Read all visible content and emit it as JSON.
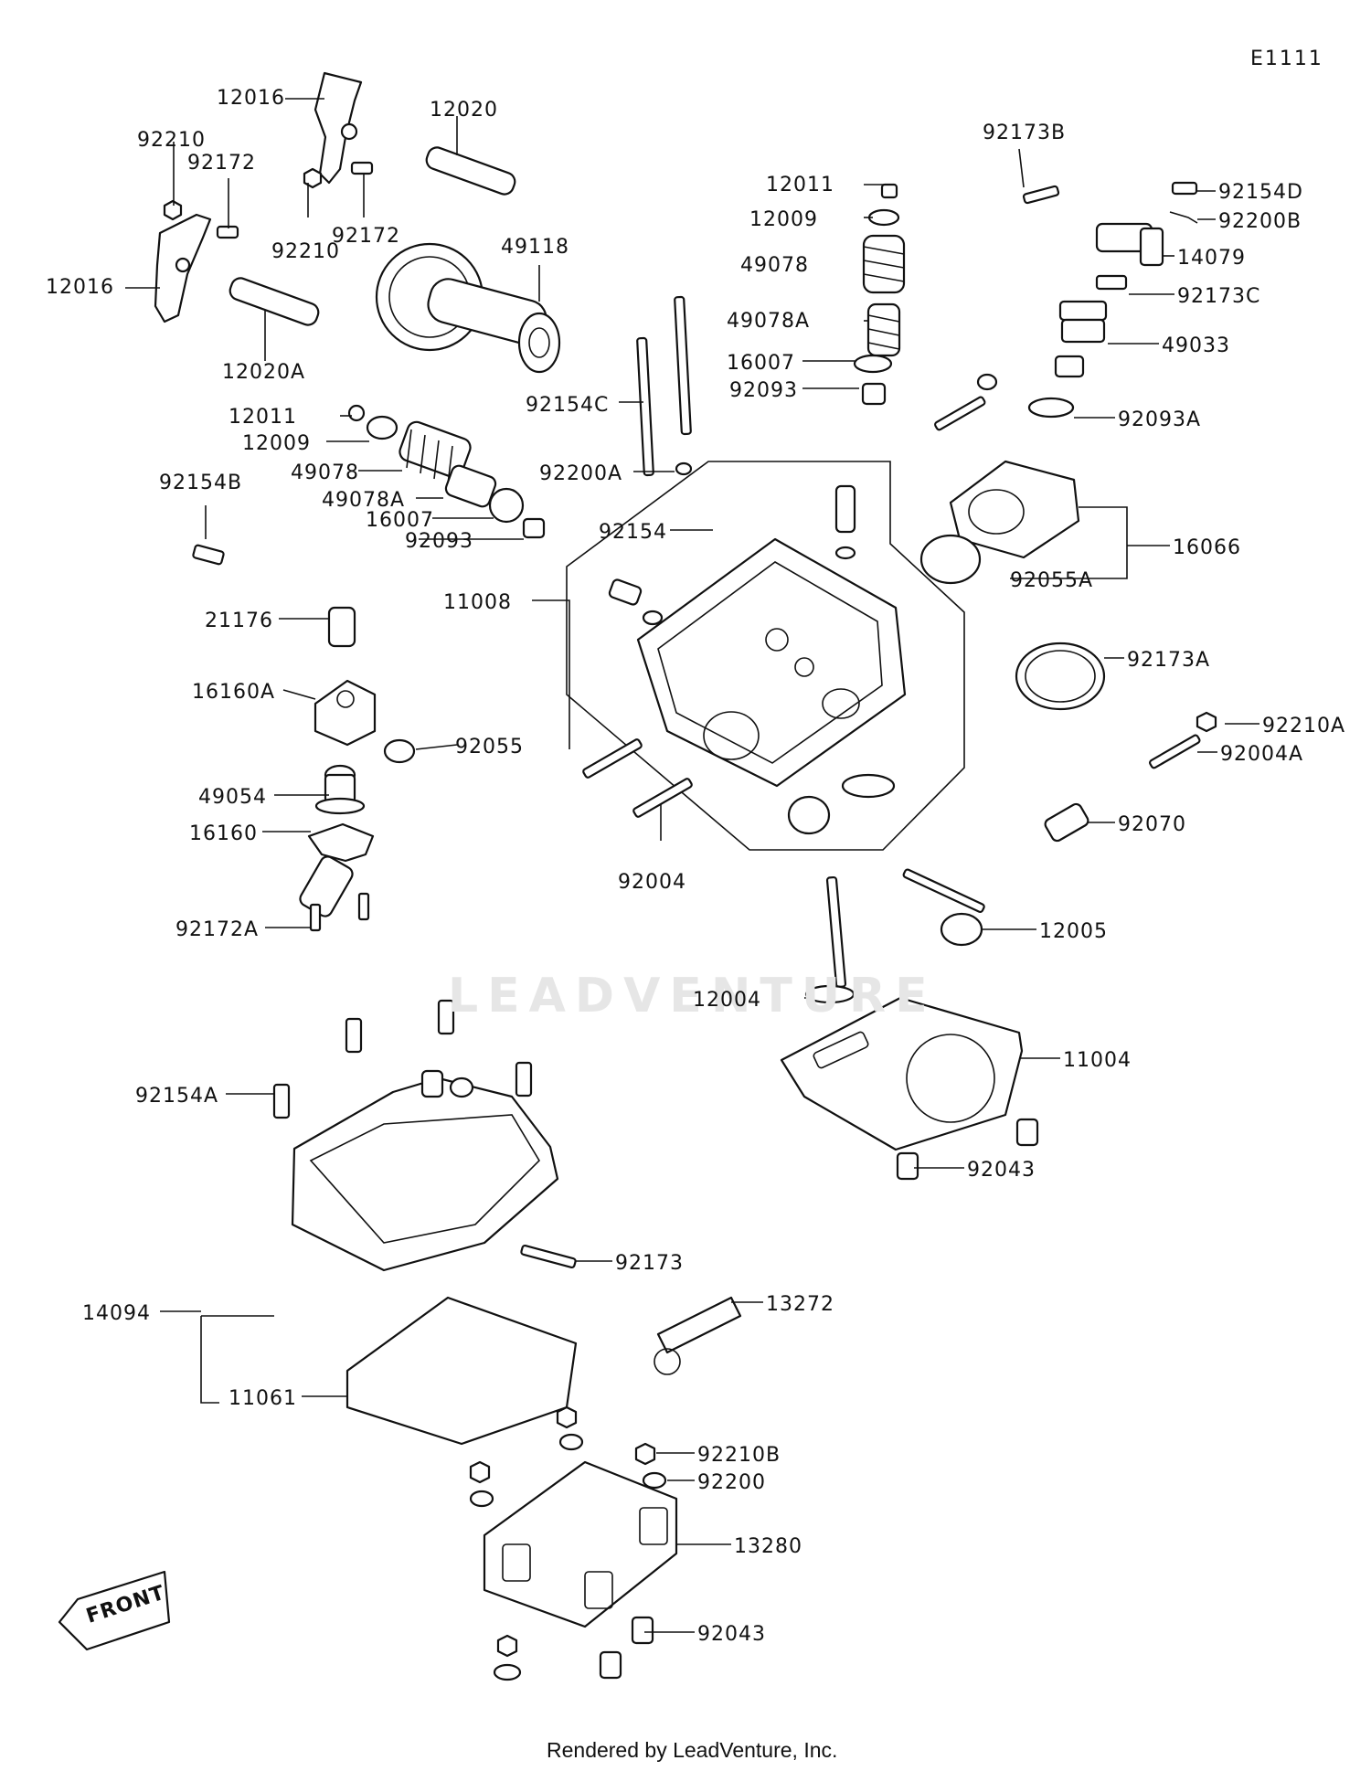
{
  "diagram_code": "E1111",
  "watermark": "LEADVENTURE",
  "front_arrow_label": "FRONT",
  "credit": "Rendered by LeadVenture, Inc.",
  "parts": [
    "12016",
    "92210",
    "92172",
    "92210",
    "92172",
    "12016",
    "12020",
    "12020A",
    "49118",
    "12011",
    "12009",
    "49078",
    "49078A",
    "16007",
    "92093",
    "92154C",
    "92200A",
    "12011",
    "12009",
    "49078",
    "49078A",
    "16007",
    "92093",
    "92154B",
    "21176",
    "16160A",
    "92055",
    "49054",
    "16160",
    "92172A",
    "11008",
    "92154",
    "92004",
    "92173B",
    "92154D",
    "92200B",
    "14079",
    "92173C",
    "49033",
    "92093A",
    "16066",
    "92055A",
    "92173A",
    "92210A",
    "92004A",
    "92070",
    "12005",
    "12004",
    "11004",
    "92043",
    "92154A",
    "92173",
    "13272",
    "14094",
    "11061",
    "92210B",
    "92200",
    "13280",
    "92043"
  ]
}
